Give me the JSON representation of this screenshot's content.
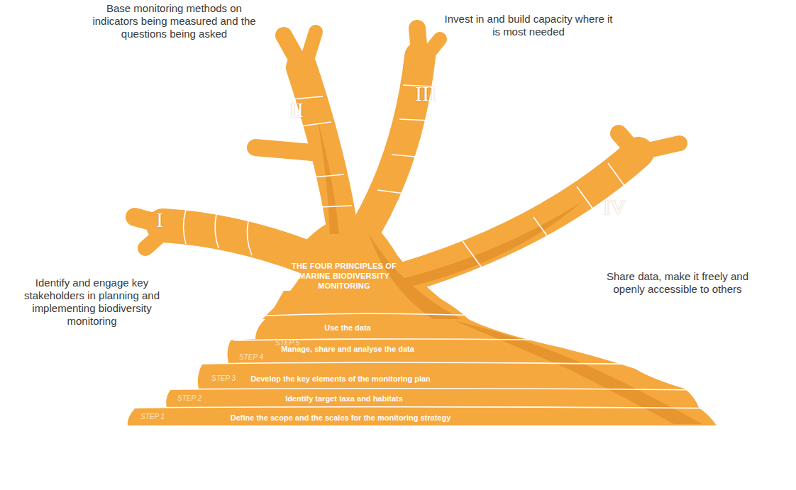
{
  "diagram": {
    "nodes": [
      {
        "text": [
          "THE FOUR PRINCIPLES OF MARINE BIODIVERSITY MONITORING"
        ]
      },
      {
        "text": [
          "I",
          "Identify and engage key stakeholders in planning and implementing biodiversity monitoring"
        ]
      },
      {
        "text": [
          "II",
          "Base monitoring methods on indicators being measured and the questions being asked"
        ]
      },
      {
        "text": [
          "III",
          "Invest in and build capacity where it is most needed"
        ]
      },
      {
        "text": [
          "IV",
          "Share data, make it freely and openly accessible to others"
        ]
      },
      {
        "text": [
          "STEP 5",
          "Use the data"
        ]
      },
      {
        "text": [
          "STEP 4",
          "Manage, share and analyse the data"
        ]
      },
      {
        "text": [
          "STEP 3",
          "Develop the key elements of the monitoring plan"
        ]
      },
      {
        "text": [
          "STEP 2",
          "Identify target taxa and habitats"
        ]
      },
      {
        "text": [
          "STEP 1",
          "Define the scope and the scales for the monitoring strategy"
        ]
      }
    ]
  }
}
